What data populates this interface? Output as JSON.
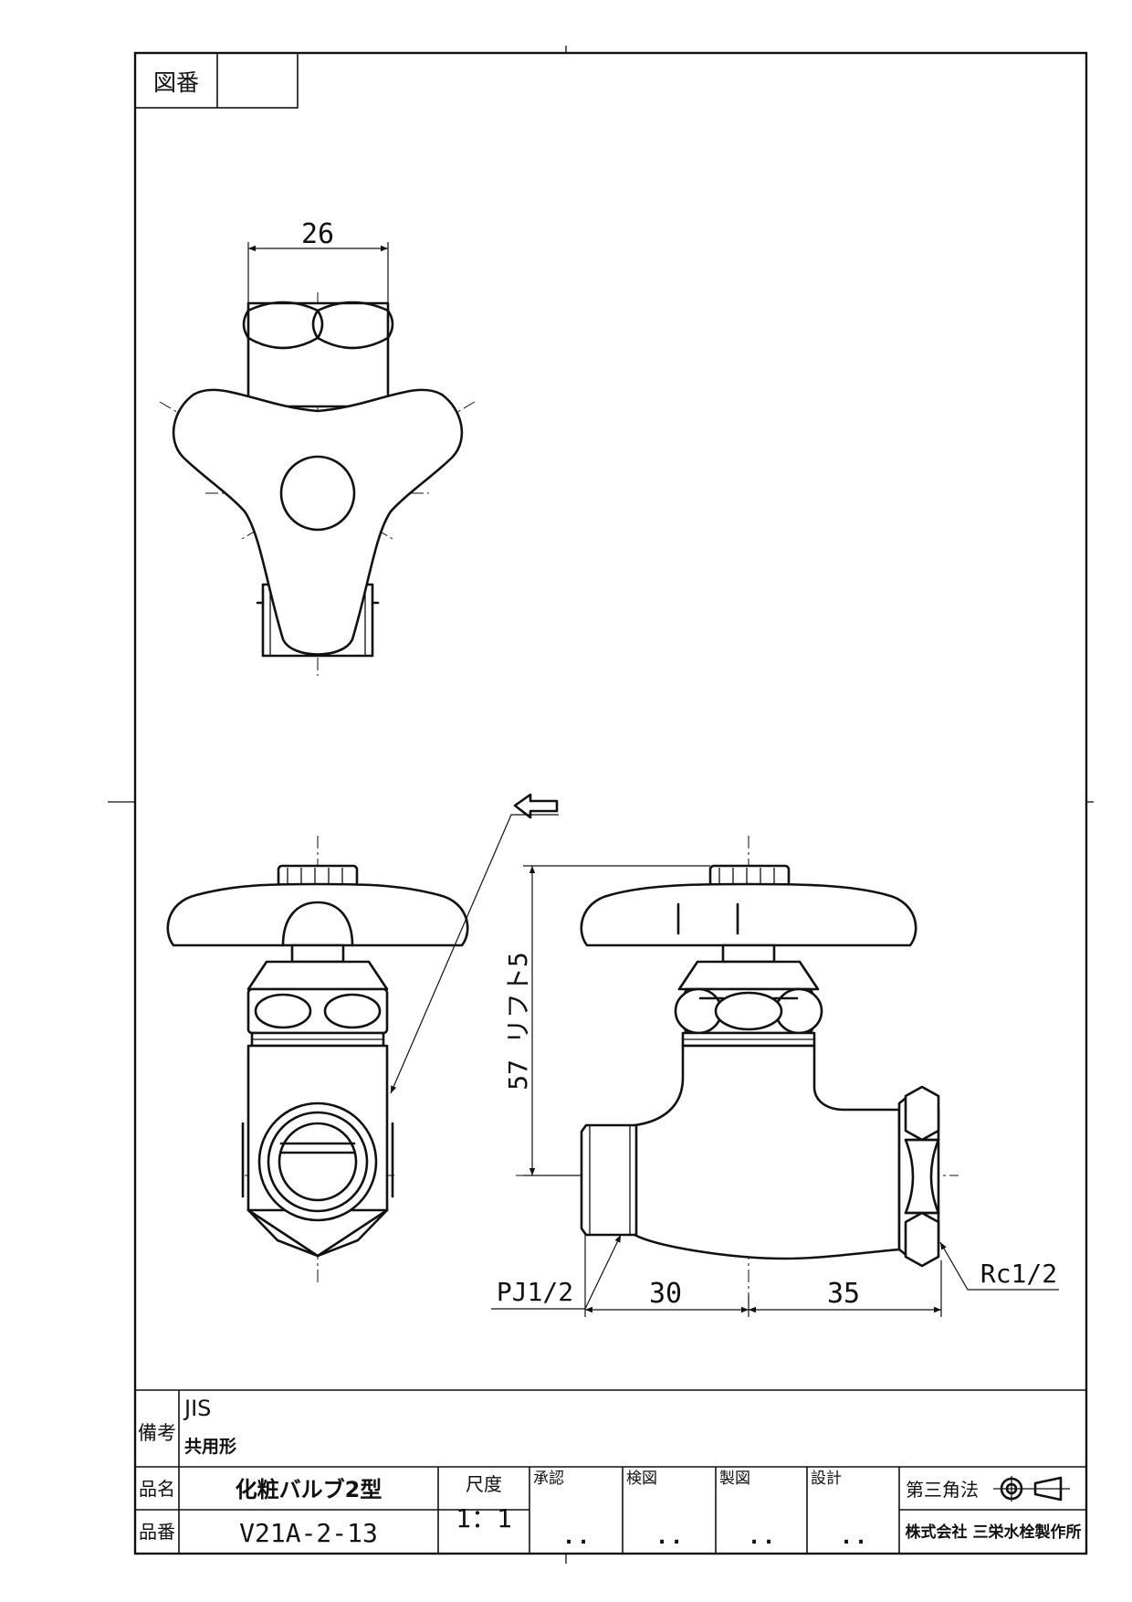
{
  "drawing_number": {
    "label": "図番",
    "value": ""
  },
  "dimensions": {
    "top_width": "26",
    "height": "57 リフト5",
    "left_length": "30",
    "right_length": "35",
    "left_thread": "PJ1/2",
    "right_thread": "Rc1/2"
  },
  "title_block": {
    "remarks_label": "備考",
    "remarks_line1": "JIS",
    "remarks_line2": "共用形",
    "name_label": "品名",
    "name_value": "化粧バルブ2型",
    "number_label": "品番",
    "number_value": "V21A-2-13",
    "scale_label": "尺度",
    "scale_value": "1：1",
    "approval_label": "承認",
    "inspection_label": "検図",
    "drafting_label": "製図",
    "design_label": "設計",
    "date_placeholder": ". .",
    "projection_label": "第三角法",
    "company": "株式会社 三栄水栓製作所"
  }
}
